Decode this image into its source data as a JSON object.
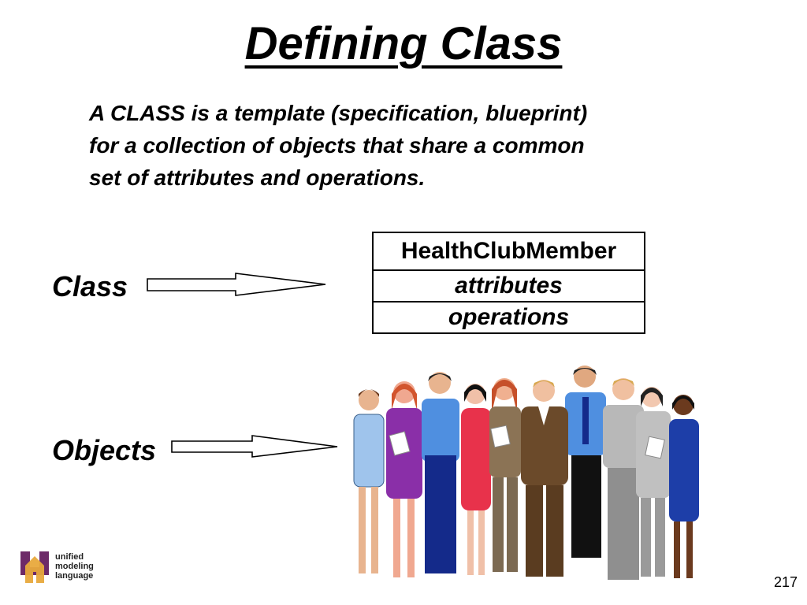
{
  "slide": {
    "title": "Defining Class",
    "definition_lines": [
      "A CLASS is a template (specification, blueprint)",
      "for a collection of objects that share a common",
      "set of attributes and operations."
    ],
    "class_label": "Class",
    "objects_label": "Objects",
    "page_number": "217"
  },
  "uml_class_box": {
    "name": "HealthClubMember",
    "attributes": "attributes",
    "operations": "operations"
  },
  "logo": {
    "lines": [
      "unified",
      "modeling",
      "language"
    ]
  },
  "icons": {
    "arrows": "arrow-right-icon",
    "people": "people-group-illustration",
    "logo": "uml-logo-icon"
  }
}
